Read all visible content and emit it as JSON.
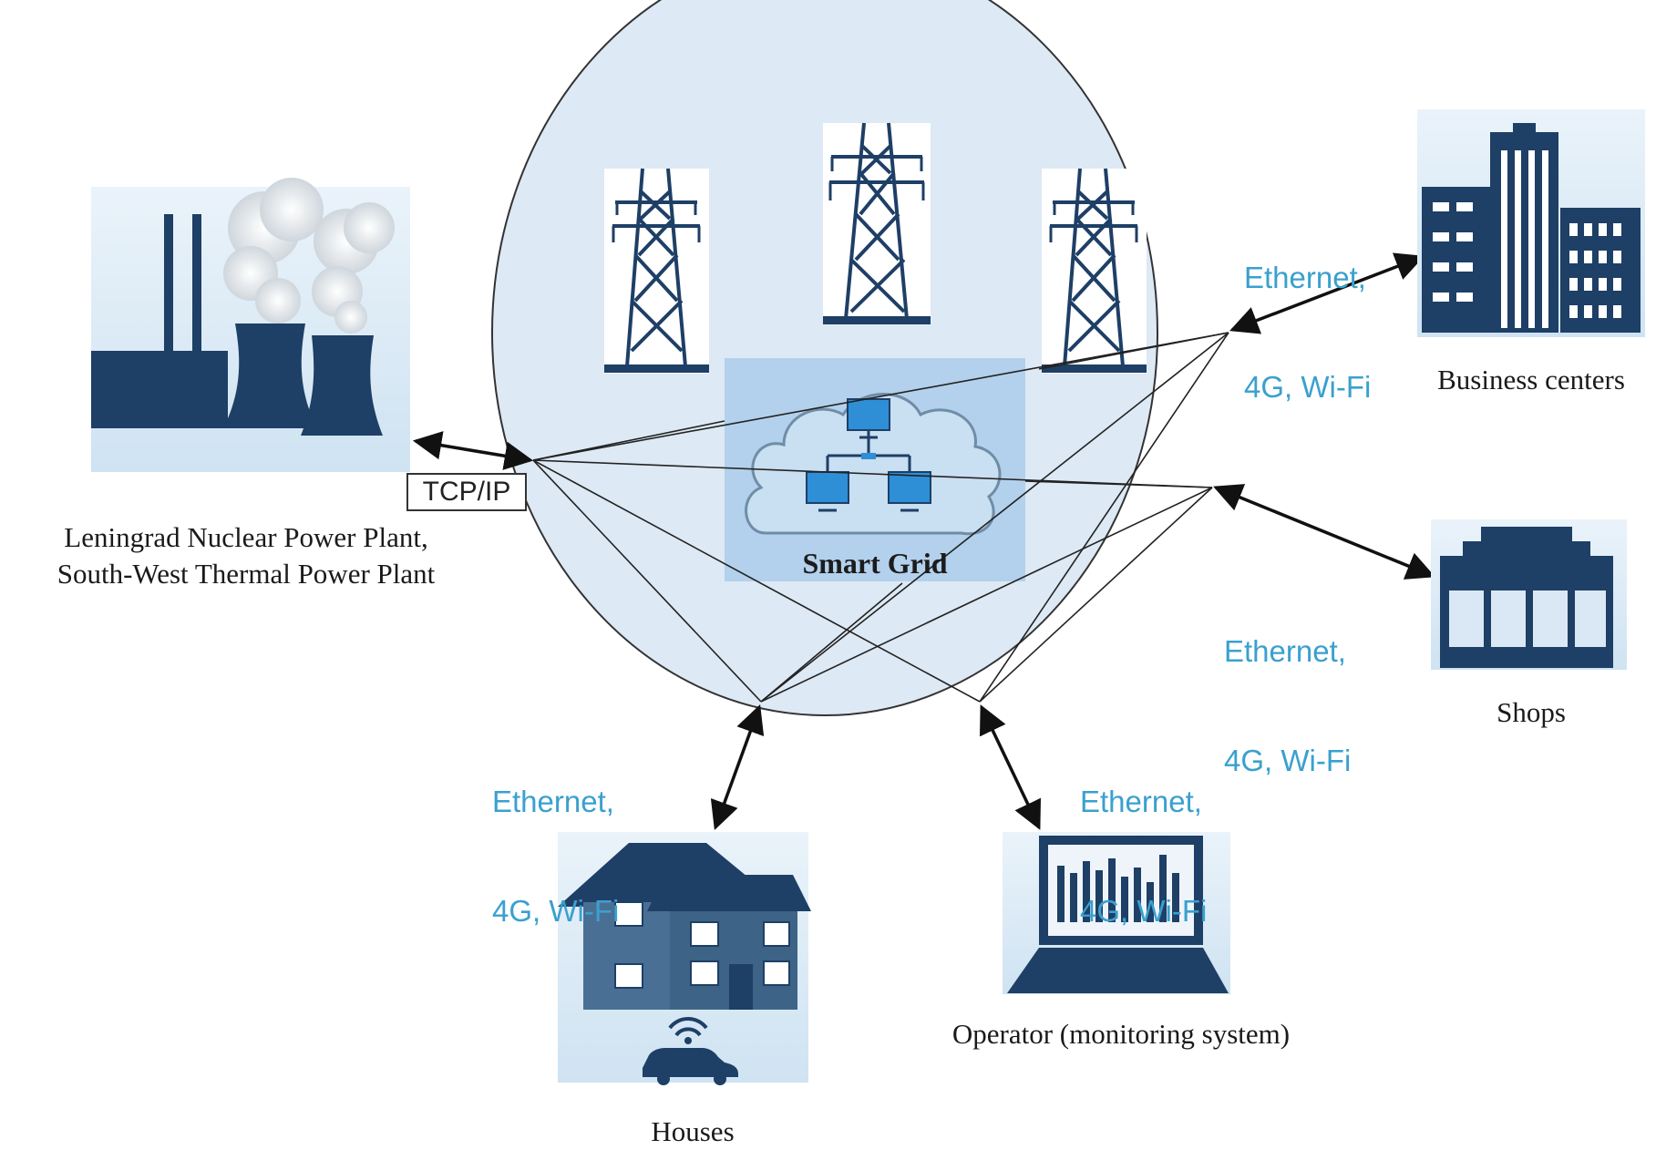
{
  "diagram": {
    "center": {
      "label": "Smart Grid"
    },
    "nodes": {
      "power_plant": {
        "label_lines": [
          "Leningrad Nuclear Power Plant,",
          "South-West Thermal Power Plant"
        ],
        "protocol": "TCP/IP"
      },
      "business_centers": {
        "label": "Business centers",
        "protocol_lines": [
          "Ethernet,",
          "4G, Wi-Fi"
        ]
      },
      "shops": {
        "label": "Shops",
        "protocol_lines": [
          "Ethernet,",
          "4G, Wi-Fi"
        ]
      },
      "houses": {
        "label": "Houses",
        "protocol_lines": [
          "Ethernet,",
          "4G, Wi-Fi"
        ]
      },
      "operator": {
        "label": "Operator (monitoring system)",
        "protocol_lines": [
          "Ethernet,",
          "4G, Wi-Fi"
        ]
      }
    },
    "colors": {
      "icon_navy": "#1e3f66",
      "icon_bg": "#dceaf5",
      "circle_fill": "#dde9f4",
      "protocol_text": "#3aa0cf",
      "cloud_panel": "#b3d1ec"
    }
  }
}
